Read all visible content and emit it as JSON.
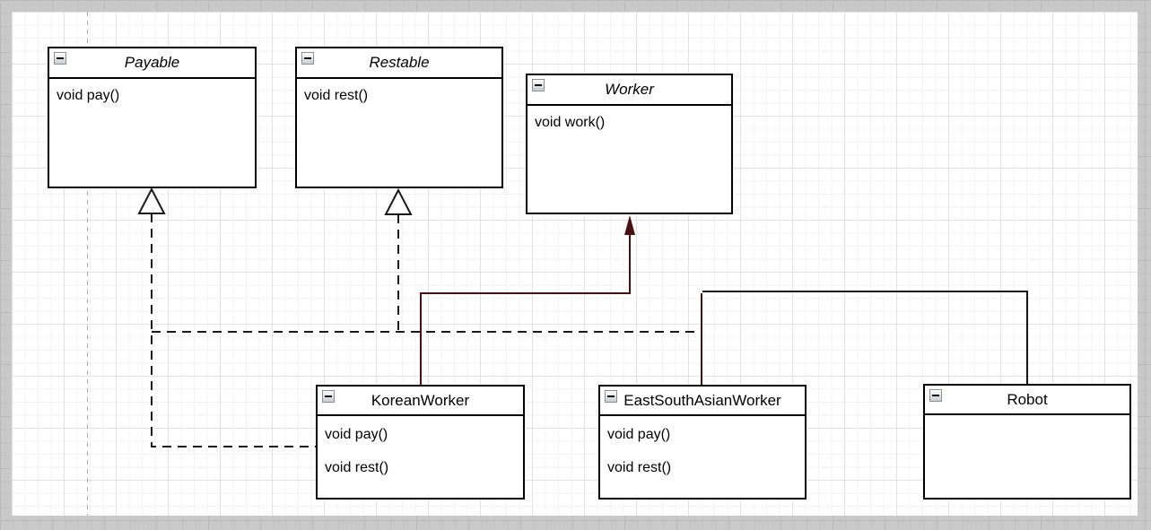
{
  "diagram": {
    "tool": "uml-class-diagram-canvas",
    "page_color": "#ffffff",
    "background_color": "#c9c9c9",
    "colors": {
      "box_border": "#000000",
      "generalization_line": "#4c0f0f",
      "generalization_line_alt": "#141414",
      "realization_line": "#1a1a1a",
      "arrowhead_fill": "#4c0f0f",
      "hollow_triangle_fill": "#ffffff"
    },
    "icons": {
      "collapse": "minus-square-icon"
    },
    "classes": [
      {
        "title": "Payable",
        "stereotype": "abstract",
        "methods": [
          "void pay()"
        ]
      },
      {
        "title": "Restable",
        "stereotype": "abstract",
        "methods": [
          "void rest()"
        ]
      },
      {
        "title": "Worker",
        "stereotype": "abstract",
        "methods": [
          "void work()"
        ]
      },
      {
        "title": "KoreanWorker",
        "stereotype": "concrete",
        "methods": [
          "void pay()",
          "void rest()"
        ]
      },
      {
        "title": "EastSouthAsianWorker",
        "stereotype": "concrete",
        "methods": [
          "void pay()",
          "void rest()"
        ]
      },
      {
        "title": "Robot",
        "stereotype": "concrete",
        "methods": []
      }
    ],
    "relationships": [
      {
        "from": "KoreanWorker",
        "to": "Payable",
        "type": "realization"
      },
      {
        "from": "KoreanWorker",
        "to": "Restable",
        "type": "realization"
      },
      {
        "from": "EastSouthAsianWorker",
        "to": "Restable",
        "type": "realization"
      },
      {
        "from": "KoreanWorker",
        "to": "Worker",
        "type": "generalization"
      },
      {
        "from": "EastSouthAsianWorker",
        "to": "Worker",
        "type": "generalization"
      },
      {
        "from": "Robot",
        "to": "Worker",
        "type": "generalization"
      }
    ]
  }
}
